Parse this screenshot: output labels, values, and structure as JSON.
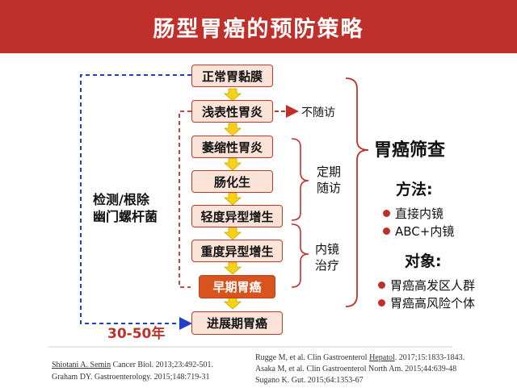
{
  "title": "肠型胃癌的预防策略",
  "stages": [
    "正常胃黏膜",
    "浅表性胃炎",
    "萎缩性胃炎",
    "肠化生",
    "轻度异型增生",
    "重度异型增生",
    "早期胃癌",
    "进展期胃癌"
  ],
  "left_label_line1": "检测/根除",
  "left_label_line2": "幽门螺杆菌",
  "no_followup": "不随访",
  "regular_line1": "定期",
  "regular_line2": "随访",
  "endo_line1": "内镜",
  "endo_line2": "治疗",
  "timeframe": "30-50年",
  "screening_title": "胃癌筛查",
  "methods_heading": "方法:",
  "methods": [
    "直接内镜",
    "ABC+内镜"
  ],
  "targets_heading": "对象:",
  "targets": [
    "胃癌高发区人群",
    "胃癌高风险个体"
  ],
  "citations_left": {
    "c1_author": "Shiotani A. ",
    "c1_journal": "Semin",
    "c1_rest": " Cancer Biol. 2013;23:492-501.",
    "c2": "Graham DY. Gastroenterology. 2015;148:719-31"
  },
  "citations_right": {
    "c3_pre": "Rugge M, et al. Clin Gastroenterol ",
    "c3_journal": "Hepatol",
    "c3_rest": ". 2017;15:1833-1843.",
    "c4": "Asaka M, et al. Clin Gastroenterol North Am. 2015;44:639-48",
    "c5": "Sugano K. Gut. 2015;64:1353-67"
  },
  "colors": {
    "title_bar": "#c0302a",
    "box_fill": "#fbe3d8",
    "box_border": "#c0392b",
    "highlight_box": "#d9531e",
    "arrow_yellow": "#f7d117",
    "red_dashed": "#c0302a",
    "blue_dashed": "#1f3fc9"
  },
  "icons": [
    "down-arrow-icon",
    "bullet-dot-icon",
    "bracket-icon"
  ]
}
